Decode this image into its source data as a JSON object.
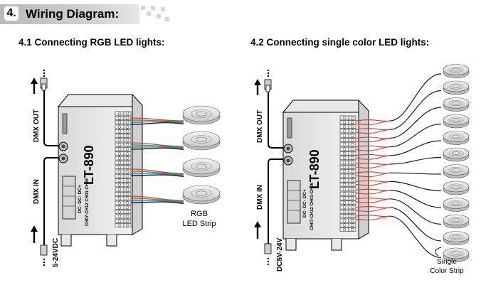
{
  "header": {
    "number": "4.",
    "title": "Wiring Diagram:"
  },
  "sections": [
    {
      "title": "4.1 Connecting RGB LED lights:",
      "device": {
        "model": "LT-890",
        "dmx_out": "DMX OUT",
        "dmx_in": "DMX IN",
        "power": "5-24VDC",
        "terminal_top": "DC- DC- DC+",
        "channels": "CH07-CH12 CH01-CH06"
      },
      "strip_label": "RGB\nLED Strip",
      "strip_label_lines": [
        "RGB",
        "LED Strip"
      ]
    },
    {
      "title": "4.2 Connecting single color LED lights:",
      "device": {
        "model": "LT-890",
        "dmx_out": "DMX OUT",
        "dmx_in": "DMX IN",
        "power": "DC5V-24V",
        "terminal_top": "DC- DC- DC+",
        "channels": "CH07-CH12 CH01-CH06"
      },
      "strip_label": "Single\nColor Strip",
      "strip_label_lines": [
        "Single",
        "Color Strip"
      ]
    }
  ],
  "colors": {
    "red": "#e23a2c",
    "green": "#2e9e44",
    "blue": "#2e6fc9",
    "wire": "#1a1a1a"
  }
}
